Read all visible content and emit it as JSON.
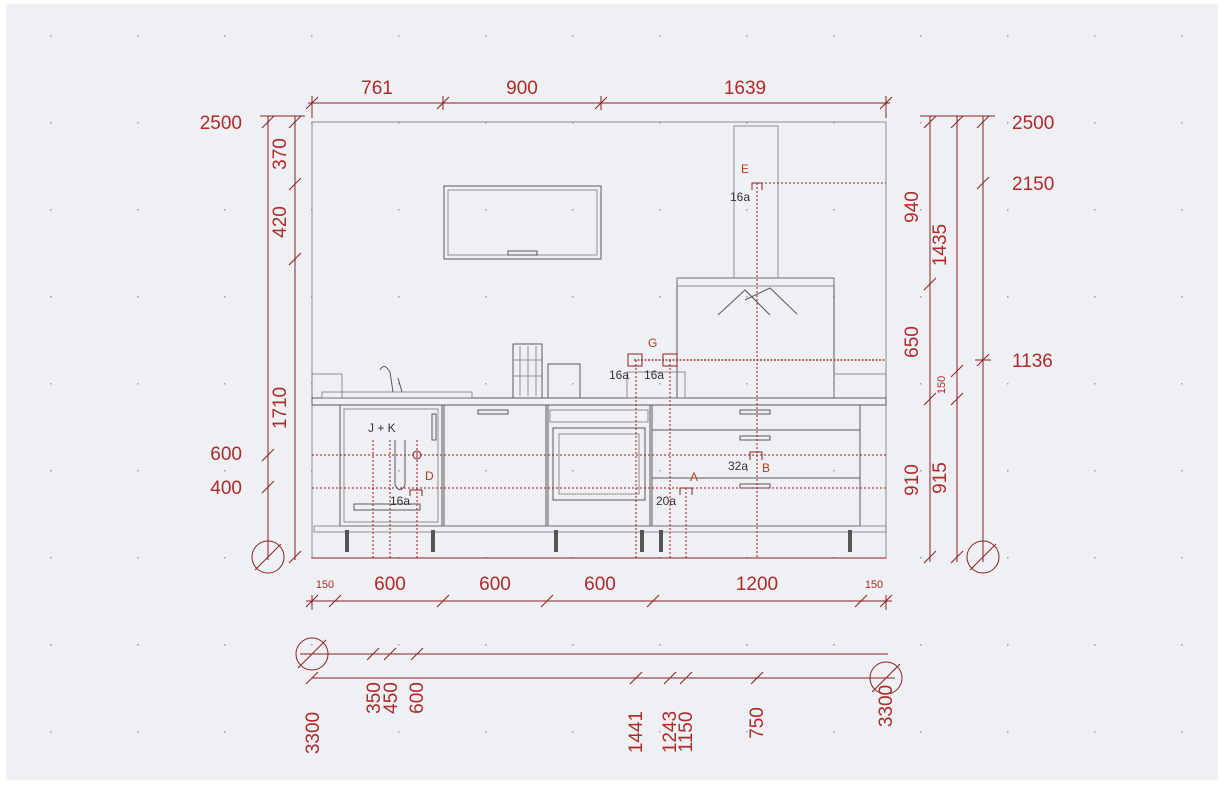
{
  "dims": {
    "top": [
      "761",
      "900",
      "1639"
    ],
    "left_levels": [
      "2500",
      "600",
      "400"
    ],
    "left_segments": [
      "370",
      "420",
      "1710"
    ],
    "right_segments": [
      "940",
      "650",
      "910"
    ],
    "right_mid": [
      "1435",
      "150",
      "915"
    ],
    "right_levels": [
      "2500",
      "2150",
      "1136"
    ],
    "bottom_row": [
      "150",
      "600",
      "600",
      "600",
      "1200",
      "150"
    ],
    "baseline": [
      "3300",
      "350",
      "450",
      "600",
      "1441",
      "1243",
      "1150",
      "750",
      "3300"
    ]
  },
  "points": {
    "E": "E",
    "G": "G",
    "D": "D",
    "A": "A",
    "B": "B",
    "JK": "J + K"
  },
  "fixtures": {
    "e": "16a",
    "g1": "16a",
    "g2": "16a",
    "d": "16a",
    "b": "32a",
    "a": "20a"
  },
  "colors": {
    "background": "#eef0f3",
    "dimension": "#b02a2a",
    "furniture": "#5a5a5a"
  }
}
